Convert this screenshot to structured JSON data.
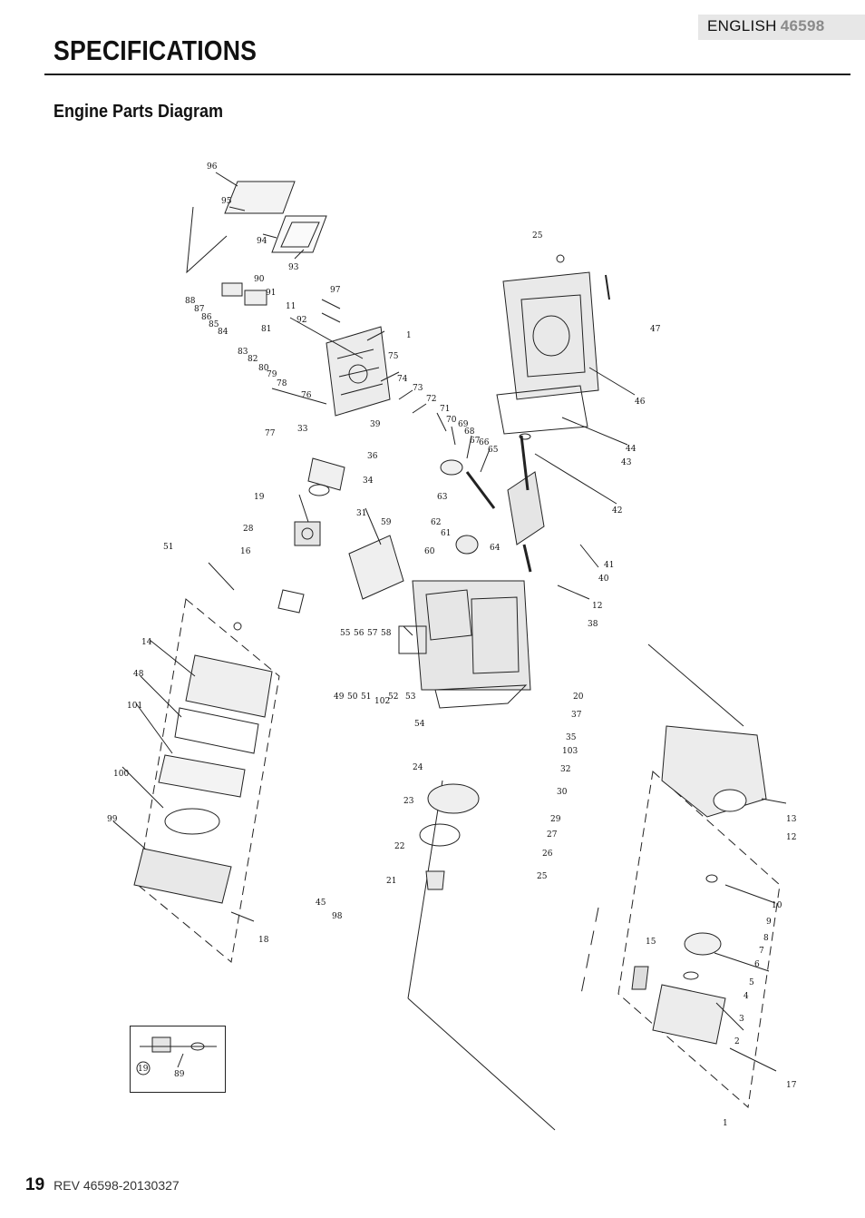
{
  "header": {
    "language": "ENGLISH",
    "model": "46598",
    "title": "SPECIFICATIONS",
    "section": "Engine Parts Diagram"
  },
  "footer": {
    "page_number": "19",
    "revision": "REV 46598-20130327"
  },
  "diagram": {
    "callouts": [
      "96",
      "95",
      "94",
      "93",
      "88",
      "87",
      "86",
      "85",
      "84",
      "90",
      "91",
      "11",
      "92",
      "97",
      "83",
      "82",
      "81",
      "80",
      "79",
      "78",
      "76",
      "1",
      "75",
      "74",
      "73",
      "72",
      "71",
      "70",
      "69",
      "68",
      "67",
      "66",
      "65",
      "77",
      "33",
      "39",
      "36",
      "34",
      "31",
      "19",
      "28",
      "16",
      "51",
      "59",
      "63",
      "62",
      "61",
      "64",
      "60",
      "55",
      "56",
      "57",
      "58",
      "49",
      "50",
      "51",
      "102",
      "52",
      "53",
      "54",
      "14",
      "48",
      "101",
      "100",
      "99",
      "18",
      "45",
      "98",
      "21",
      "22",
      "23",
      "24",
      "25",
      "26",
      "27",
      "29",
      "30",
      "32",
      "103",
      "35",
      "37",
      "20",
      "38",
      "12",
      "40",
      "41",
      "42",
      "43",
      "44",
      "46",
      "47",
      "25",
      "13",
      "12",
      "10",
      "9",
      "8",
      "7",
      "6",
      "5",
      "4",
      "3",
      "2",
      "15",
      "17",
      "1"
    ],
    "inset_callouts": [
      "19",
      "89"
    ]
  }
}
